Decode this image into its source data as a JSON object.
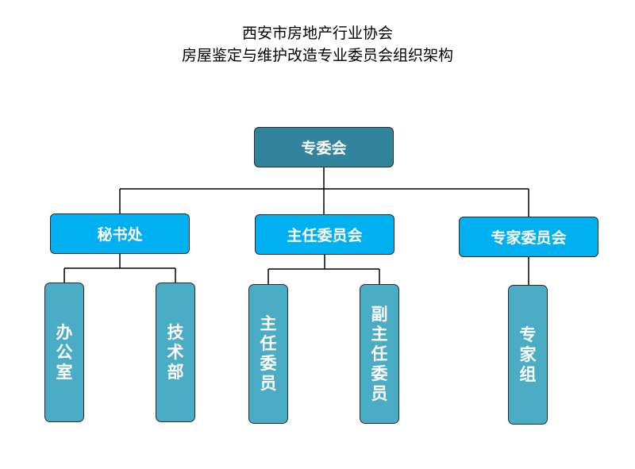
{
  "title": {
    "line1": "西安市房地产行业协会",
    "line2": "房屋鉴定与维护改造专业委员会组织架构"
  },
  "org": {
    "top": "专委会",
    "secretariat": "秘书处",
    "directors": "主任委员会",
    "experts": "专家委员会",
    "office": "办公室",
    "tech": "技术部",
    "director": "主任委员",
    "vice_director": "副主任委员",
    "expert_group": "专家组"
  },
  "colors": {
    "top_node": "#31849b",
    "mid_node": "#00b0f0",
    "leaf_node": "#4bacc6",
    "connector": "#000000"
  }
}
